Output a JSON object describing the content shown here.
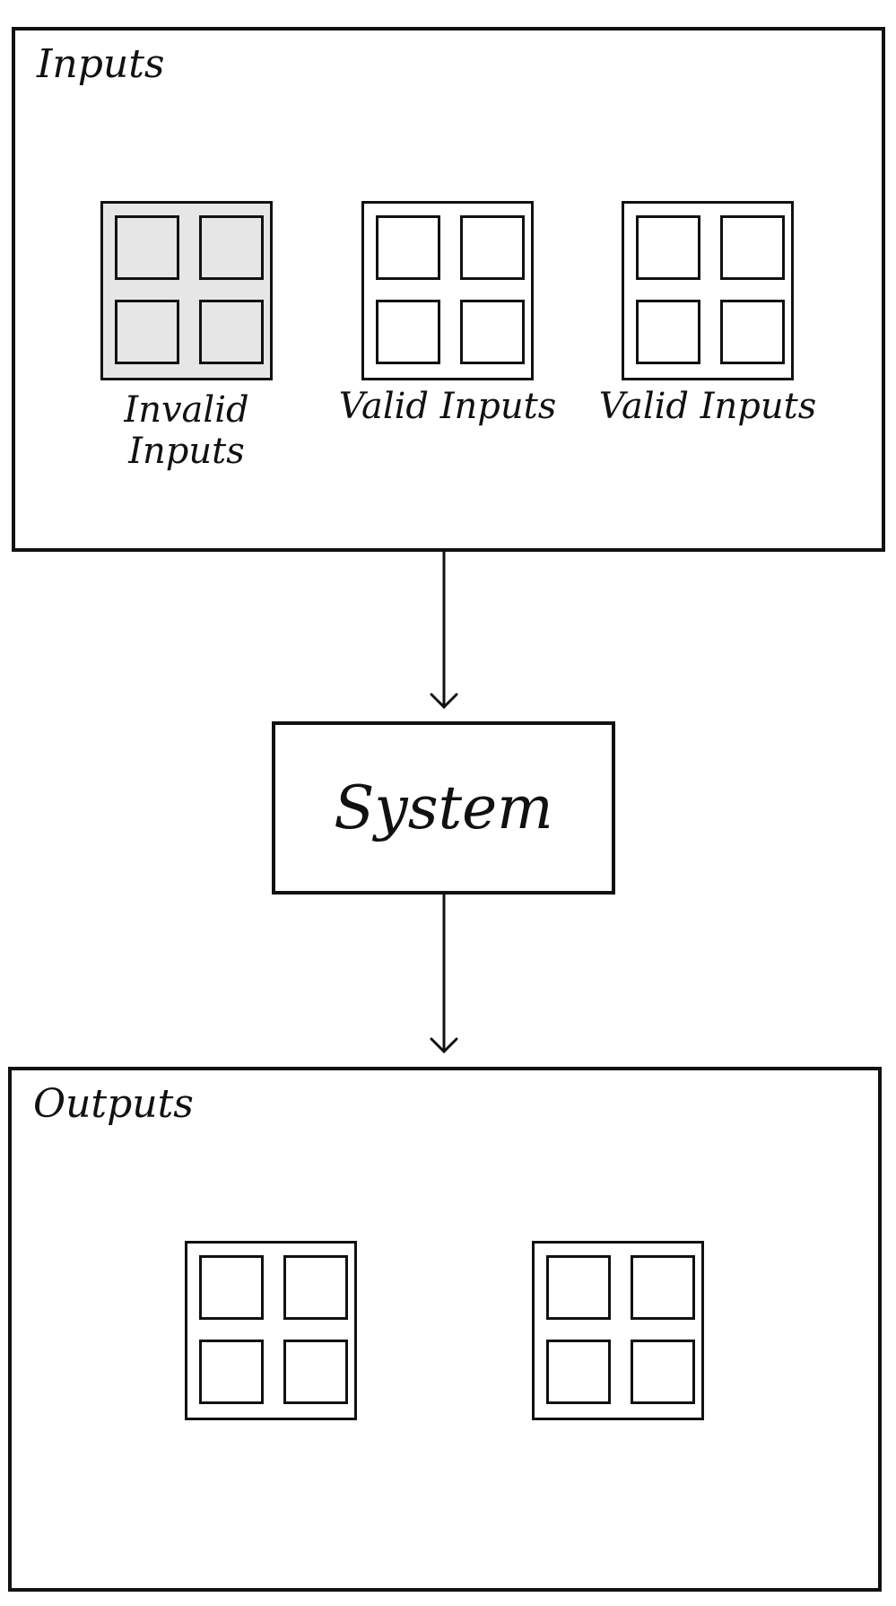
{
  "inputs": {
    "title": "Inputs",
    "groups": [
      {
        "label": "Invalid Inputs",
        "state": "invalid"
      },
      {
        "label": "Valid Inputs",
        "state": "valid"
      },
      {
        "label": "Valid Inputs",
        "state": "valid"
      }
    ]
  },
  "system": {
    "label": "System"
  },
  "outputs": {
    "title": "Outputs",
    "groups": [
      {
        "label": ""
      },
      {
        "label": ""
      }
    ]
  },
  "colors": {
    "stroke": "#111111",
    "invalid_fill": "#e6e6e6",
    "background": "#ffffff"
  }
}
